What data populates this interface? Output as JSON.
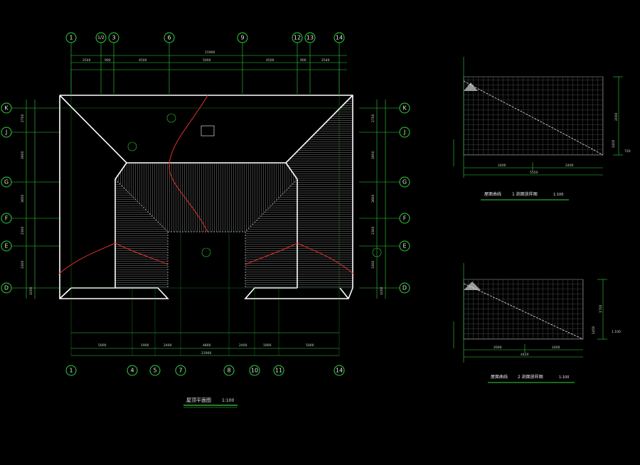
{
  "main_plan": {
    "col_axes": [
      "1",
      "1/2",
      "3",
      "6",
      "9",
      "12",
      "13",
      "14"
    ],
    "bottom_col_axes": [
      "1",
      "4",
      "5",
      "7",
      "8",
      "10",
      "11",
      "14"
    ],
    "row_axes": [
      "K",
      "J",
      "G",
      "F",
      "E",
      "D"
    ],
    "top_dims": [
      "2540",
      "900",
      "4500",
      "5000",
      "4500",
      "900",
      "2540"
    ],
    "top_total": "21900",
    "bottom_dims": [
      "5000",
      "1900",
      "2400",
      "4800",
      "2400",
      "1900",
      "5000"
    ],
    "bottom_total": "21900",
    "left_dims": [
      "2700",
      "3900",
      "3600",
      "2300",
      "3300",
      "1000"
    ],
    "right_dims": [
      "2700",
      "3900",
      "3600",
      "2300",
      "3300",
      "1000"
    ],
    "title": "屋顶平面图",
    "scale": "1:100"
  },
  "section_1": {
    "title": "屋面曲线",
    "subtitle": "1 剖面放样图",
    "scale": "1:100",
    "dims": [
      "2400",
      "2400",
      "5550"
    ],
    "height_dims": [
      "2000",
      "1400",
      "720"
    ]
  },
  "section_2": {
    "title": "屋面曲线",
    "subtitle": "2 剖面放样图",
    "scale": "1:100",
    "dims": [
      "2000",
      "2400",
      "4420"
    ],
    "height_dims": [
      "1700",
      "1450",
      "1.100"
    ]
  },
  "colors": {
    "background": "#000000",
    "axis": "#2fd33a",
    "outline": "#ffffff",
    "curve": "#e23030",
    "grid": "#8a8a8a"
  }
}
